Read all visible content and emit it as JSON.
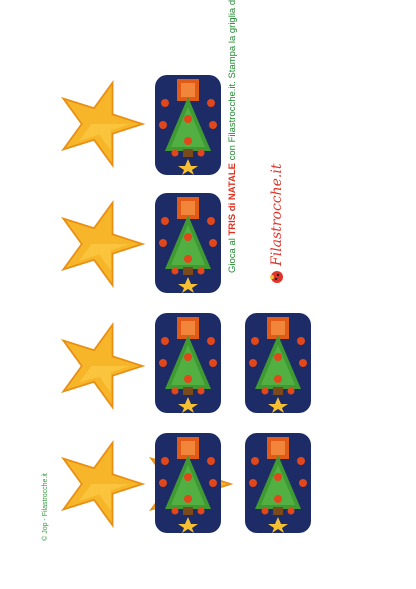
{
  "instructions": {
    "lead": "Gioca al ",
    "title": "TRIS di NATALE",
    "body": " con Filastrocche.it. Stampa la griglia di gioco e le pedine. Ritaglia le pedine e divertiti a giocare con i tuoi amici!"
  },
  "logo": {
    "text": "Filastrocche.it"
  },
  "copyright": {
    "text": "© Jop - Filastrocche.it"
  },
  "colors": {
    "star_fill": "#f7b52a",
    "star_shade": "#e88f13",
    "tree_bg": "#1d2b66",
    "tree_green": "#3f9a34",
    "ornament": "#e2461b",
    "ribbon": "#e05a18"
  },
  "pieces": {
    "stars": 5,
    "trees": 6
  }
}
